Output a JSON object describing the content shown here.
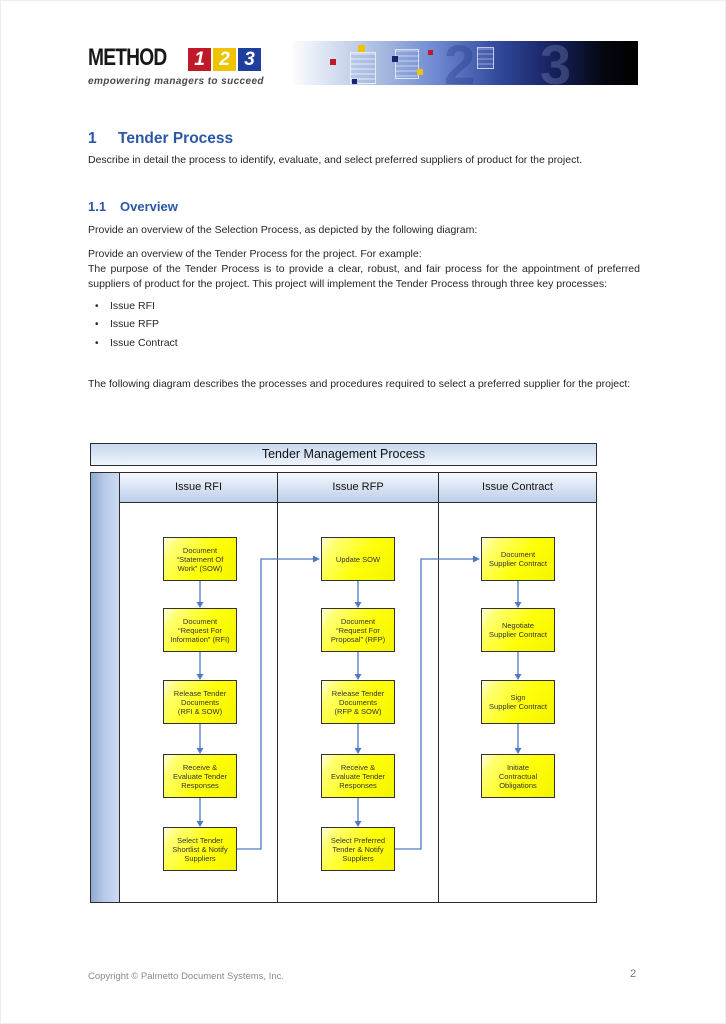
{
  "logo": {
    "brand": "METHOD",
    "digits": [
      "1",
      "2",
      "3"
    ],
    "tagline": "empowering managers to succeed"
  },
  "banner": {
    "ghost_digits": [
      "2",
      "3"
    ]
  },
  "doc": {
    "h1_number": "1",
    "h1_title": "Tender Process",
    "h1_intro": "Describe in detail the process to identify, evaluate, and select preferred suppliers of product for the project.",
    "h2_number": "1.1",
    "h2_title": "Overview",
    "p_overview": "Provide an overview of the Selection Process, as depicted by the following diagram:",
    "p_example": "Provide an overview of the Tender Process for the project. For example:",
    "p_purpose": "The purpose of the Tender Process is to provide a clear, robust, and fair process for the appointment of preferred suppliers of product for the project. This project will implement the Tender Process through three key processes:",
    "bullets": [
      "Issue RFI",
      "Issue RFP",
      "Issue Contract"
    ],
    "p_diagram": "The following diagram describes the processes and procedures required to select a preferred supplier for the project:"
  },
  "diagram": {
    "title": "Tender Management Process",
    "columns": [
      {
        "header": "Issue RFI",
        "boxes": [
          "Document\n“Statement Of\nWork” (SOW)",
          "Document\n“Request For\nInformation” (RFI)",
          "Release Tender\nDocuments\n(RFI & SOW)",
          "Receive &\nEvaluate Tender\nResponses",
          "Select Tender\nShortlist & Notify\nSuppliers"
        ]
      },
      {
        "header": "Issue RFP",
        "boxes": [
          "Update SOW",
          "Document\n“Request For\nProposal” (RFP)",
          "Release Tender\nDocuments\n(RFP & SOW)",
          "Receive &\nEvaluate Tender\nResponses",
          "Select Preferred\nTender & Notify\nSuppliers"
        ]
      },
      {
        "header": "Issue Contract",
        "boxes": [
          "Document\nSupplier Contract",
          "Negotiate\nSupplier Contract",
          "Sign\nSupplier Contract",
          "Initiate\nContractual\nObligations"
        ]
      }
    ]
  },
  "footer": {
    "copyright": "Copyright © Palmetto Document Systems, Inc.",
    "page_number": "2"
  },
  "colors": {
    "heading_blue": "#2b57a8",
    "process_box_yellow": "#ffff00",
    "process_box_border": "#323232",
    "connector_blue": "#4f7ac7",
    "lane_header_blue": "#c7d7ee",
    "brand_red": "#c01a2a",
    "brand_yellow": "#f0c300",
    "brand_blue": "#1f3f9e"
  }
}
